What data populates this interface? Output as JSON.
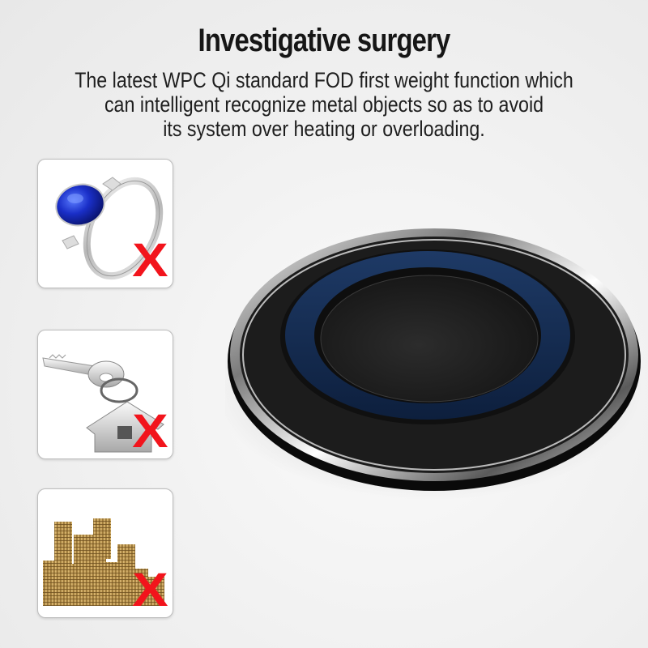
{
  "header": {
    "title": "Investigative surgery",
    "description_lines": [
      "The latest WPC Qi standard FOD first weight function which",
      "can intelligent  recognize metal objects so as to avoid",
      "its system over heating or overloading."
    ]
  },
  "objects": [
    {
      "name": "sapphire-ring",
      "mark": "X"
    },
    {
      "name": "house-keys",
      "mark": "X"
    },
    {
      "name": "gold-coins",
      "mark": "X"
    }
  ],
  "colors": {
    "mark_red": "#f2141c",
    "ring_blue": "#13284a",
    "pad_black": "#1a1a1a"
  }
}
